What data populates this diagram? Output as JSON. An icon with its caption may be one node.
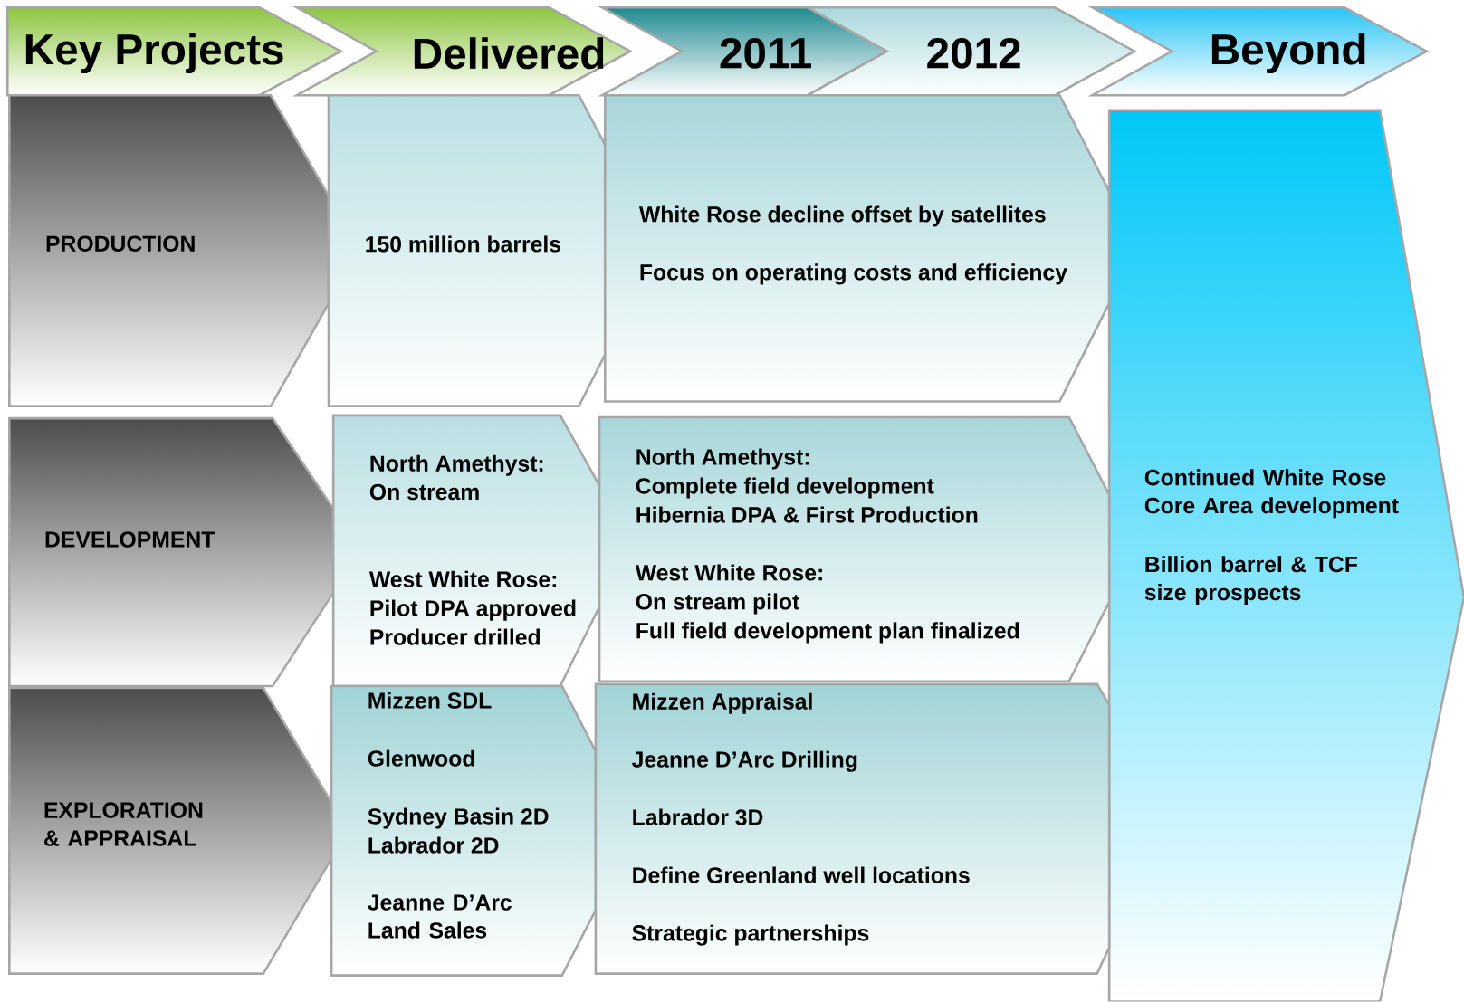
{
  "diagram": {
    "nodes": [
      {
        "text": [
          "Key Projects"
        ]
      },
      {
        "text": [
          "Delivered"
        ]
      },
      {
        "text": [
          "2011"
        ]
      },
      {
        "text": [
          "2012"
        ]
      },
      {
        "text": [
          "Beyond"
        ]
      },
      {
        "text": [
          "PRODUCTION"
        ]
      },
      {
        "text": [
          "150 million barrels"
        ]
      },
      {
        "text": [
          "White Rose decline offset by satellites",
          "Focus on operating costs and efficiency"
        ]
      },
      {
        "text": [
          "Continued White Rose Core Area development",
          "Billion barrel & TCF size prospects"
        ]
      },
      {
        "text": [
          "DEVELOPMENT"
        ]
      },
      {
        "text": [
          "North Amethyst:",
          "On stream",
          "West White Rose:",
          "Pilot DPA approved",
          "Producer drilled"
        ]
      },
      {
        "text": [
          "North Amethyst:",
          "Complete field development",
          "Hibernia DPA & First Production",
          "West White Rose:",
          "On stream pilot",
          "Full field development plan finalized"
        ]
      },
      {
        "text": [
          "EXPLORATION & APPRAISAL"
        ]
      },
      {
        "text": [
          "Mizzen SDL",
          "Glenwood",
          "Sydney Basin 2D",
          "Labrador 2D",
          "Jeanne D’Arc Land Sales"
        ]
      },
      {
        "text": [
          "Mizzen Appraisal",
          "Jeanne D’Arc Drilling",
          "Labrador 3D",
          "Define Greenland well locations",
          "Strategic partnerships"
        ]
      }
    ]
  }
}
